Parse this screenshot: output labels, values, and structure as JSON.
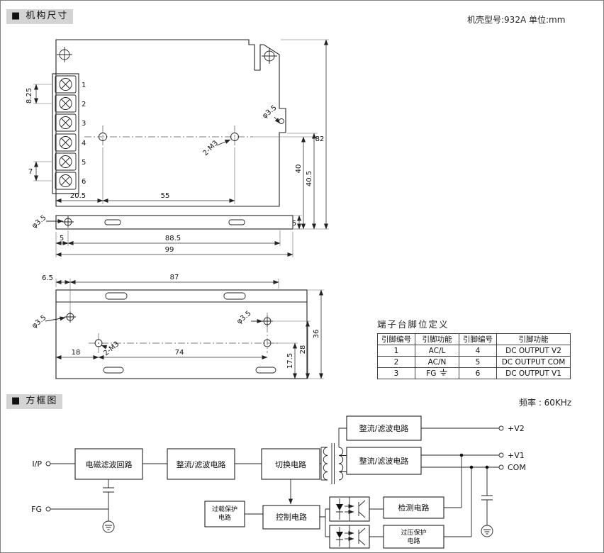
{
  "page": {
    "section1": {
      "title": "■ 机构尺寸",
      "note": "机壳型号:932A 单位:mm"
    },
    "section2": {
      "title": "■ 方框图",
      "note": "频率 : 60KHz"
    }
  },
  "front_view": {
    "terminals": [
      "1",
      "2",
      "3",
      "4",
      "5",
      "6"
    ],
    "dim_8_25": "8.25",
    "dim_7": "7",
    "dim_20_5": "20.5",
    "dim_55": "55",
    "dim_5_left": "5",
    "dim_88_5": "88.5",
    "dim_99": "99",
    "dim_82": "82",
    "dim_40": "40",
    "dim_40_5": "40.5",
    "dim_5_right": "5",
    "label_hole_top": "φ3.5",
    "label_hole_bottom": "φ3.5",
    "label_m3": "2-M3"
  },
  "bottom_view": {
    "dim_6_5": "6.5",
    "dim_87": "87",
    "dim_18": "18",
    "dim_74": "74",
    "dim_17_5": "17.5",
    "dim_28": "28",
    "dim_36": "36",
    "label_hole_left": "φ3.5",
    "label_hole_right": "φ3.5",
    "label_m3": "2-M3"
  },
  "pin_table": {
    "title": "端子台脚位定义",
    "headers": [
      "引脚编号",
      "引脚功能",
      "引脚编号",
      "引脚功能"
    ],
    "rows": [
      [
        "1",
        "AC/L",
        "4",
        "DC OUTPUT V2"
      ],
      [
        "2",
        "AC/N",
        "5",
        "DC OUTPUT COM"
      ],
      [
        "3",
        "FG",
        "6",
        "DC OUTPUT V1"
      ]
    ]
  },
  "block_diagram": {
    "input_ip": "I/P",
    "input_fg": "FG",
    "out_v2": "+V2",
    "out_v1": "+V1",
    "out_com": "COM",
    "emi_filter": "电磁滤波回路",
    "rectifier_input": "整流/滤波电路",
    "switching": "切换电路",
    "rectifier_v2": "整流/滤波电路",
    "rectifier_v1": "整流/滤波电路",
    "overload_line1": "过载保护",
    "overload_line2": "电路",
    "control": "控制电路",
    "detection": "检测电路",
    "ovp_line1": "过压保护",
    "ovp_line2": "电路"
  }
}
